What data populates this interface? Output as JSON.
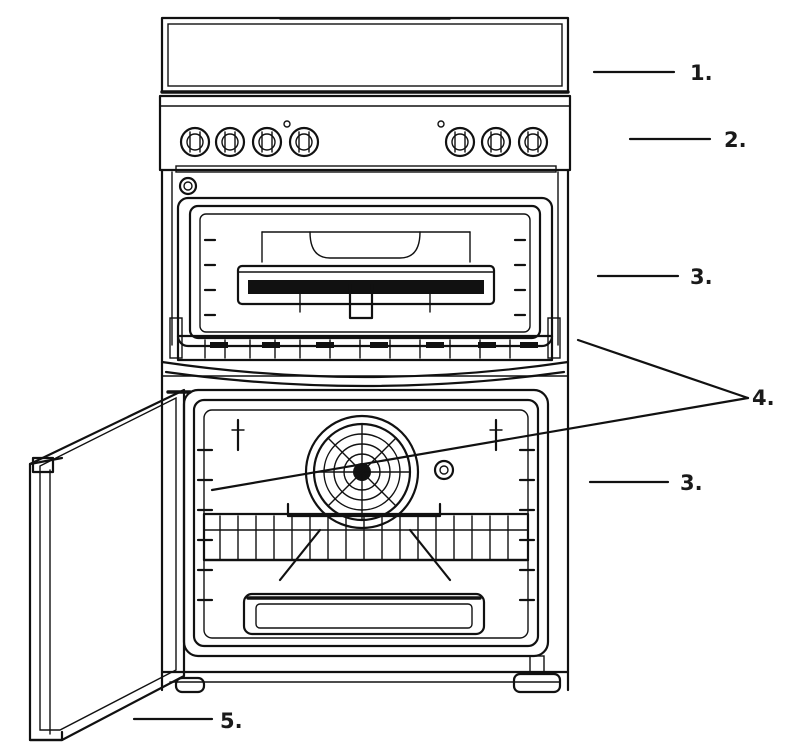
{
  "callouts": [
    {
      "id": "lid",
      "label": "1."
    },
    {
      "id": "control-panel",
      "label": "2."
    },
    {
      "id": "top-oven",
      "label": "3."
    },
    {
      "id": "shelves",
      "label": "4."
    },
    {
      "id": "main-oven",
      "label": "3."
    },
    {
      "id": "oven-door",
      "label": "5."
    }
  ],
  "colors": {
    "line": "#111111",
    "background": "#ffffff"
  }
}
